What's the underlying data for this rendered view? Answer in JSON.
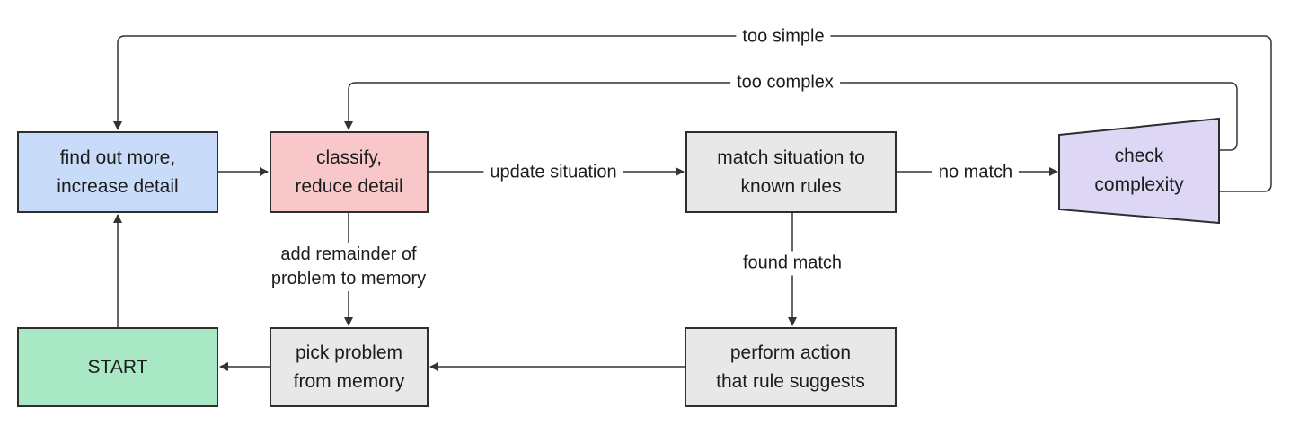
{
  "diagram": {
    "type": "flowchart",
    "background_color": "#ffffff",
    "line_color": "#333333",
    "border_color": "#2e2e2e",
    "text_color": "#1c1c1c",
    "nodes": [
      {
        "id": "find_out_more",
        "label": "find out more,\nincrease detail",
        "shape": "rect",
        "fill": "#c8dbf8"
      },
      {
        "id": "classify",
        "label": "classify,\nreduce detail",
        "shape": "rect",
        "fill": "#f8c7c9"
      },
      {
        "id": "match_rules",
        "label": "match situation to\nknown rules",
        "shape": "rect",
        "fill": "#e8e8e8"
      },
      {
        "id": "check_complexity",
        "label": "check\ncomplexity",
        "shape": "trapezoid",
        "fill": "#ddd7f5"
      },
      {
        "id": "start",
        "label": "START",
        "shape": "rect",
        "fill": "#a9e8c4"
      },
      {
        "id": "pick_problem",
        "label": "pick problem\nfrom memory",
        "shape": "rect",
        "fill": "#e8e8e8"
      },
      {
        "id": "perform_action",
        "label": "perform action\nthat rule suggests",
        "shape": "rect",
        "fill": "#e8e8e8"
      }
    ],
    "edges": [
      {
        "from": "find_out_more",
        "to": "classify",
        "label": ""
      },
      {
        "from": "classify",
        "to": "match_rules",
        "label": "update situation"
      },
      {
        "from": "match_rules",
        "to": "check_complexity",
        "label": "no match"
      },
      {
        "from": "check_complexity",
        "to": "classify",
        "label": "too complex"
      },
      {
        "from": "check_complexity",
        "to": "find_out_more",
        "label": "too simple"
      },
      {
        "from": "classify",
        "to": "pick_problem",
        "label": "add remainder of\nproblem to memory"
      },
      {
        "from": "match_rules",
        "to": "perform_action",
        "label": "found match"
      },
      {
        "from": "perform_action",
        "to": "pick_problem",
        "label": ""
      },
      {
        "from": "pick_problem",
        "to": "start",
        "label": ""
      },
      {
        "from": "start",
        "to": "find_out_more",
        "label": ""
      }
    ]
  }
}
